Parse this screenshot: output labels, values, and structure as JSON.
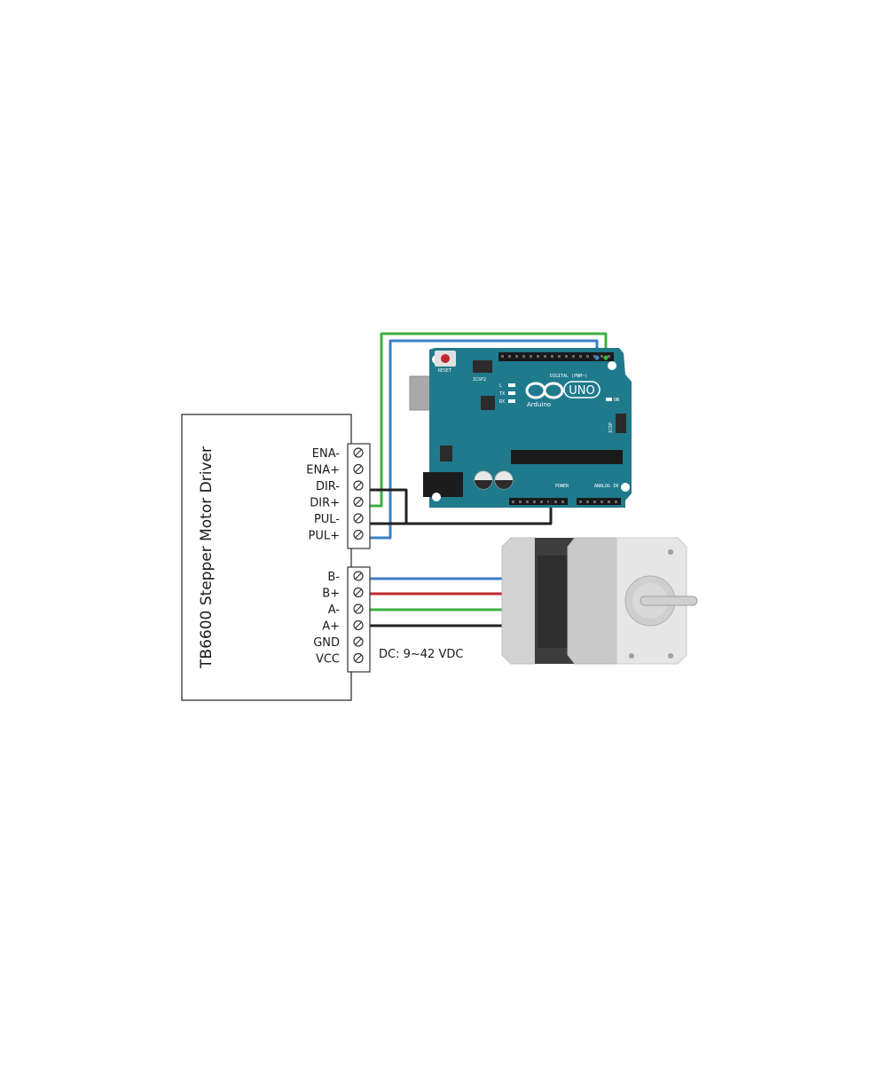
{
  "driver": {
    "title": "TB6600 Stepper Motor Driver",
    "signal_terminals": [
      "ENA-",
      "ENA+",
      "DIR-",
      "DIR+",
      "PUL-",
      "PUL+"
    ],
    "power_terminals": [
      "B-",
      "B+",
      "A-",
      "A+",
      "GND",
      "VCC"
    ],
    "supply_label": "DC: 9~42 VDC"
  },
  "arduino": {
    "brand": "Arduino",
    "model": "UNO",
    "reset_label": "RESET",
    "icsp_label": "ICSP2",
    "icsp1_label": "ICSP",
    "digital_label": "DIGITAL (PWM~)",
    "power_label": "POWER",
    "analog_label": "ANALOG IN",
    "led_labels": [
      "L",
      "TX",
      "RX"
    ],
    "on_label": "ON"
  },
  "colors": {
    "board": "#1f7a8c",
    "wire_green": "#3cb043",
    "wire_blue": "#3d7fc9",
    "wire_red": "#c0282d",
    "wire_black": "#222222",
    "motor_body": "#d6d6d6",
    "motor_dark": "#3d3d3d"
  }
}
